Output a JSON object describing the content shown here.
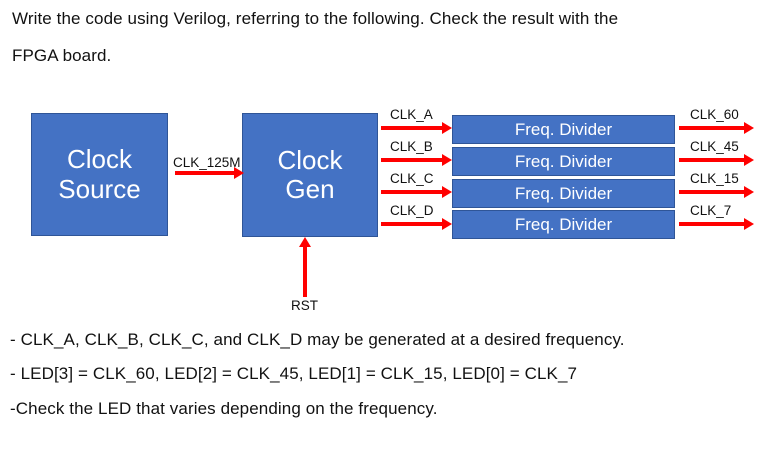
{
  "colors": {
    "box_fill": "#4472C4",
    "box_border": "#2F5597",
    "arrow": "#FF0000",
    "text": "#111111",
    "background": "#FFFFFF"
  },
  "intro": {
    "line1": "Write the code using Verilog, referring to the following. Check the result with the",
    "line2": "FPGA board."
  },
  "diagram": {
    "blocks": {
      "clock_source": "Clock\nSource",
      "clock_gen": "Clock\nGen",
      "dividers": [
        "Freq. Divider",
        "Freq. Divider",
        "Freq. Divider",
        "Freq. Divider"
      ]
    },
    "signals": {
      "source_to_gen": "CLK_125M",
      "reset": "RST",
      "gen_outputs": [
        "CLK_A",
        "CLK_B",
        "CLK_C",
        "CLK_D"
      ],
      "divider_outputs": [
        "CLK_60",
        "CLK_45",
        "CLK_15",
        "CLK_7"
      ]
    }
  },
  "notes": {
    "line1": "- CLK_A, CLK_B, CLK_C, and CLK_D may be generated at a desired frequency.",
    "line2": "- LED[3] = CLK_60, LED[2] = CLK_45, LED[1] = CLK_15, LED[0] = CLK_7",
    "line3": "-Check the LED that varies depending on the frequency."
  }
}
